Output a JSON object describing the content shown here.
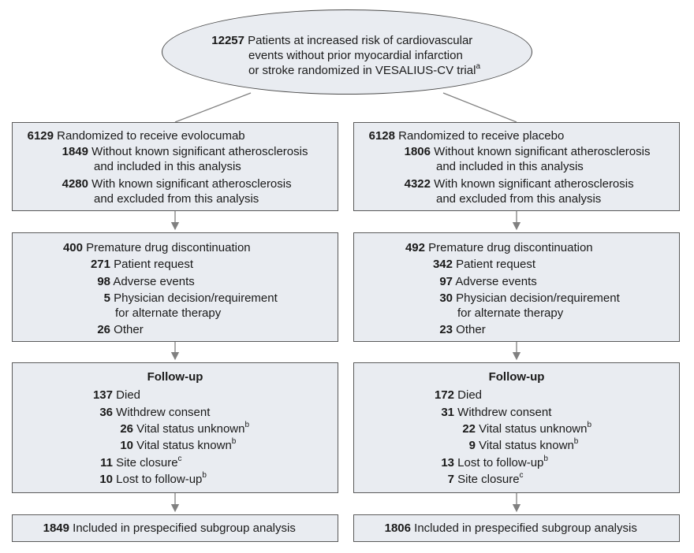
{
  "top": {
    "count": "12257",
    "line1": "Patients at increased risk of cardiovascular",
    "line2": "events without prior myocardial infarction",
    "line3": "or stroke randomized in VESALIUS-CV trial",
    "footnote": "a"
  },
  "left": {
    "random": {
      "count": "6129",
      "label": "Randomized to receive evolocumab",
      "inc_count": "1849",
      "inc_l1": "Without known significant atherosclerosis",
      "inc_l2": "and included in this analysis",
      "exc_count": "4280",
      "exc_l1": "With known significant atherosclerosis",
      "exc_l2": "and excluded from this analysis"
    },
    "disc": {
      "count": "400",
      "label": "Premature drug discontinuation",
      "r1_count": "271",
      "r1_label": "Patient request",
      "r2_count": "98",
      "r2_label": "Adverse events",
      "r3_count": "5",
      "r3_l1": "Physician decision/requirement",
      "r3_l2": "for alternate therapy",
      "r4_count": "26",
      "r4_label": "Other"
    },
    "follow": {
      "title": "Follow-up",
      "died_count": "137",
      "died_label": "Died",
      "wd_count": "36",
      "wd_label": "Withdrew consent",
      "vu_count": "26",
      "vu_label": "Vital status unknown",
      "vu_sup": "b",
      "vk_count": "10",
      "vk_label": "Vital status known",
      "vk_sup": "b",
      "a_count": "11",
      "a_label": "Site closure",
      "a_sup": "c",
      "b_count": "10",
      "b_label": "Lost to follow-up",
      "b_sup": "b"
    },
    "final": {
      "count": "1849",
      "label": "Included in prespecified subgroup analysis"
    }
  },
  "right": {
    "random": {
      "count": "6128",
      "label": "Randomized to receive placebo",
      "inc_count": "1806",
      "inc_l1": "Without known significant atherosclerosis",
      "inc_l2": "and included in this analysis",
      "exc_count": "4322",
      "exc_l1": "With known significant atherosclerosis",
      "exc_l2": "and excluded from this analysis"
    },
    "disc": {
      "count": "492",
      "label": "Premature drug discontinuation",
      "r1_count": "342",
      "r1_label": "Patient request",
      "r2_count": "97",
      "r2_label": "Adverse events",
      "r3_count": "30",
      "r3_l1": "Physician decision/requirement",
      "r3_l2": "for alternate therapy",
      "r4_count": "23",
      "r4_label": "Other"
    },
    "follow": {
      "title": "Follow-up",
      "died_count": "172",
      "died_label": "Died",
      "wd_count": "31",
      "wd_label": "Withdrew consent",
      "vu_count": "22",
      "vu_label": "Vital status unknown",
      "vu_sup": "b",
      "vk_count": "9",
      "vk_label": "Vital status known",
      "vk_sup": "b",
      "a_count": "13",
      "a_label": "Lost to follow-up",
      "a_sup": "b",
      "b_count": "7",
      "b_label": "Site closure",
      "b_sup": "c"
    },
    "final": {
      "count": "1806",
      "label": "Included in prespecified subgroup analysis"
    }
  },
  "colors": {
    "box_fill": "#e9ecf1",
    "line": "#808080"
  }
}
